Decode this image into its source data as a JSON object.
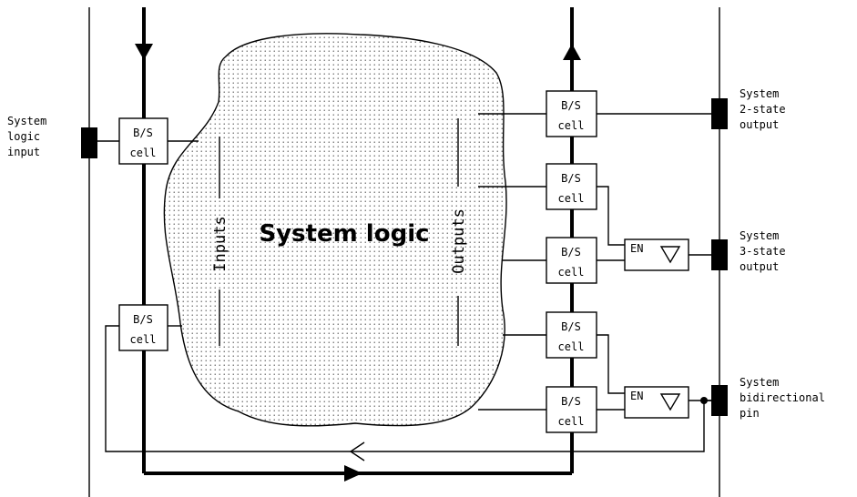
{
  "diagram": {
    "center_label": "System logic",
    "inputs_label": "Inputs",
    "outputs_label": "Outputs",
    "cell_label_top": "B/S",
    "cell_label_bottom": "cell",
    "enable_label": "EN",
    "pins": {
      "logic_input": [
        "System",
        "logic",
        "input"
      ],
      "two_state": [
        "System",
        "2-state",
        "output"
      ],
      "three_state": [
        "System",
        "3-state",
        "output"
      ],
      "bidirectional": [
        "System",
        "bidirectional",
        "pin"
      ]
    }
  }
}
